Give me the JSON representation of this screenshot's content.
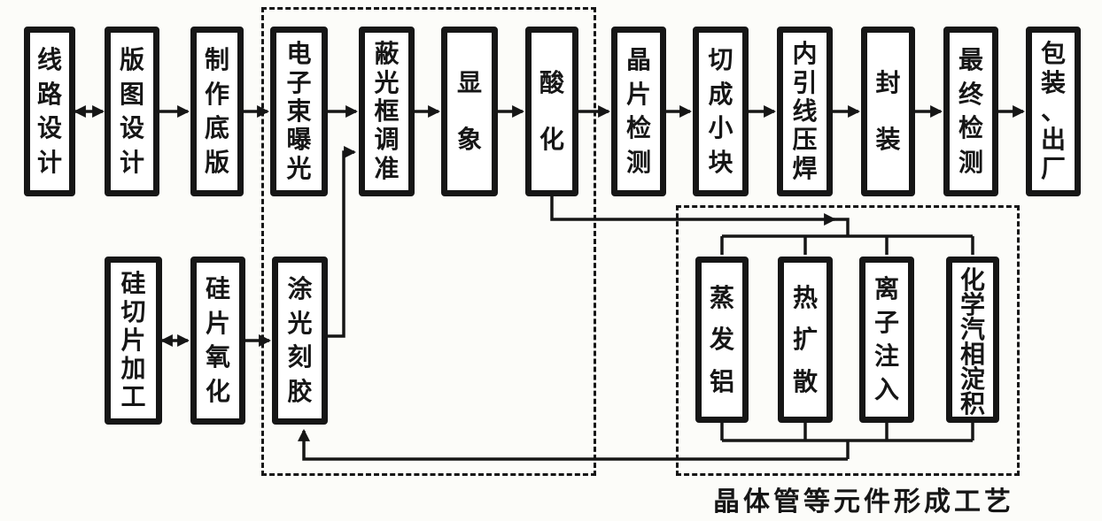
{
  "colors": {
    "ink": "#161616",
    "paper": "#fcfcf9"
  },
  "diagram": {
    "top_row": [
      {
        "label": "线路设计"
      },
      {
        "label": "版图设计"
      },
      {
        "label": "制作底版"
      },
      {
        "label": "电子束曝光"
      },
      {
        "label": "蔽光框调准"
      },
      {
        "label": "显象"
      },
      {
        "label": "酸化"
      },
      {
        "label": "晶片检测"
      },
      {
        "label": "切成小块"
      },
      {
        "label": "内引线压焊"
      },
      {
        "label": "封装"
      },
      {
        "label": "最终检测"
      },
      {
        "label": "包装、出厂"
      }
    ],
    "substrate_row": [
      {
        "label": "硅切片加工"
      },
      {
        "label": "硅片氧化"
      },
      {
        "label": "涂光刻胶"
      }
    ],
    "formation_group": [
      {
        "label": "蒸发铝"
      },
      {
        "label": "热扩散"
      },
      {
        "label": "离子注入"
      },
      {
        "label": "化学汽相淀积"
      }
    ],
    "formation_group_caption": "晶体管等元件形成工艺"
  }
}
